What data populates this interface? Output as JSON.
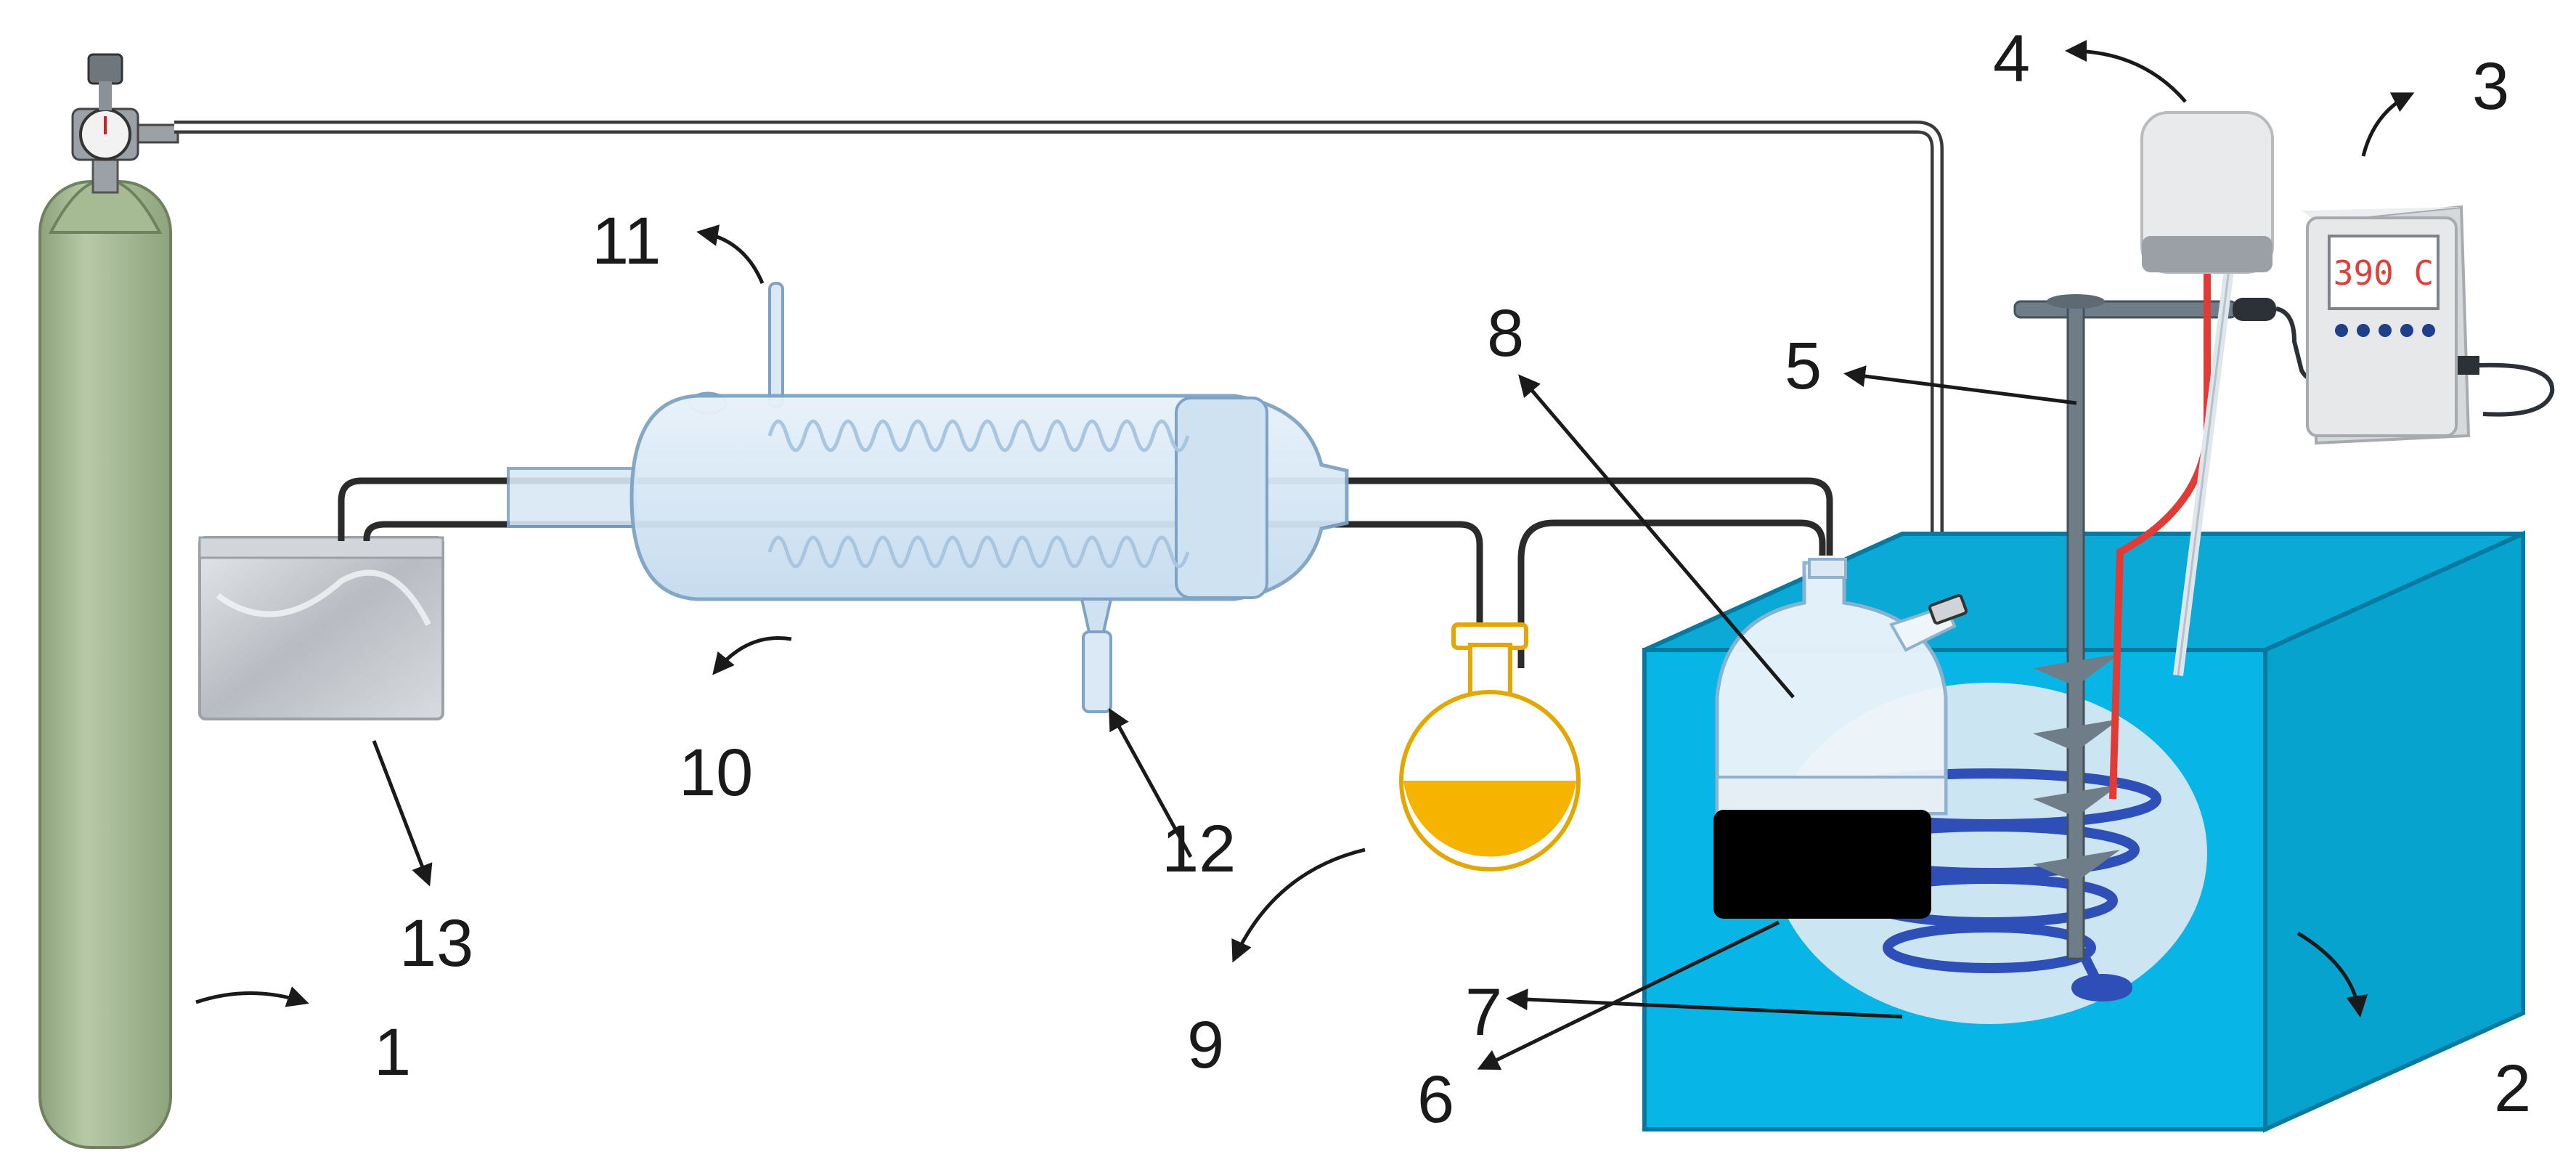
{
  "labels": {
    "n1": "1",
    "n2": "2",
    "n3": "3",
    "n4": "4",
    "n5": "5",
    "n6": "6",
    "n7": "7",
    "n8": "8",
    "n9": "9",
    "n10": "10",
    "n11": "11",
    "n12": "12",
    "n13": "13"
  },
  "controller": {
    "display": "390 C"
  },
  "colors": {
    "cylinder": "#a9bd98",
    "water_box": "#07b6e6",
    "liquid": "#f6b400",
    "coil": "#2f4fb8",
    "glass": "#d6e8f6",
    "bag": "#c9cdd2",
    "red_wire": "#e23b35"
  }
}
